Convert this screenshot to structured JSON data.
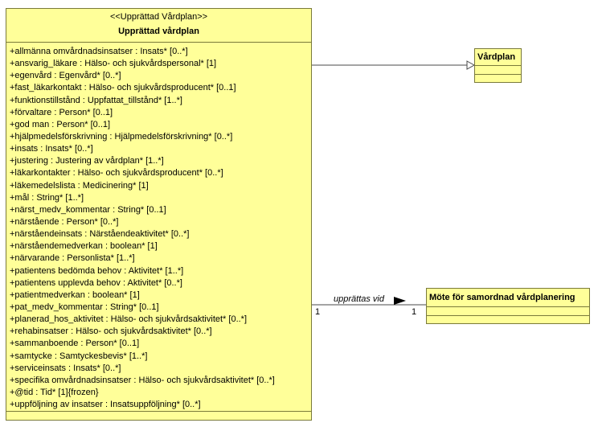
{
  "main_class": {
    "stereotype": "<<Upprättad Vårdplan>>",
    "name": "Upprättad vårdplan",
    "attributes": [
      "+allmänna omvårdnadsinsatser : Insats* [0..*]",
      "+ansvarig_läkare : Hälso- och sjukvårdspersonal* [1]",
      "+egenvård : Egenvård* [0..*]",
      "+fast_läkarkontakt : Hälso- och sjukvårdsproducent* [0..1]",
      "+funktionstillstånd : Uppfattat_tillstånd* [1..*]",
      "+förvaltare : Person* [0..1]",
      "+god man : Person* [0..1]",
      "+hjälpmedelsförskrivning : Hjälpmedelsförskrivning* [0..*]",
      "+insats : Insats* [0..*]",
      "+justering : Justering av vårdplan* [1..*]",
      "+läkarkontakter : Hälso- och sjukvårdsproducent* [0..*]",
      "+läkemedelslista : Medicinering* [1]",
      "+mål : String* [1..*]",
      "+närst_medv_kommentar : String* [0..1]",
      "+närstående : Person* [0..*]",
      "+närståendeinsats : Närståendeaktivitet* [0..*]",
      "+närståendemedverkan : boolean* [1]",
      "+närvarande : Personlista* [1..*]",
      "+patientens bedömda behov : Aktivitet* [1..*]",
      "+patientens upplevda behov : Aktivitet* [0..*]",
      "+patientmedverkan : boolean* [1]",
      "+pat_medv_kommentar : String* [0..1]",
      "+planerad_hos_aktivitet : Hälso- och sjukvårdsaktivitet* [0..*]",
      "+rehabinsatser : Hälso- och sjukvårdsaktivitet* [0..*]",
      "+sammanboende : Person* [0..1]",
      "+samtycke : Samtyckesbevis* [1..*]",
      "+serviceinsats : Insats* [0..*]",
      "+specifika omvårdnadsinsatser : Hälso- och sjukvårdsaktivitet* [0..*]",
      "+@tid : Tid* [1]{frozen}",
      "+uppföljning av insatser : Insatsuppföljning* [0..*]"
    ]
  },
  "vardplan_class": {
    "name": "Vårdplan"
  },
  "mote_class": {
    "name": "Möte för samordnad vårdplanering"
  },
  "association": {
    "role": "upprättas vid",
    "source_multiplicity": "1",
    "target_multiplicity": "1"
  },
  "colors": {
    "class_fill": "#ffff99",
    "class_border": "#7a7a3a",
    "line": "#4a4a4a"
  }
}
